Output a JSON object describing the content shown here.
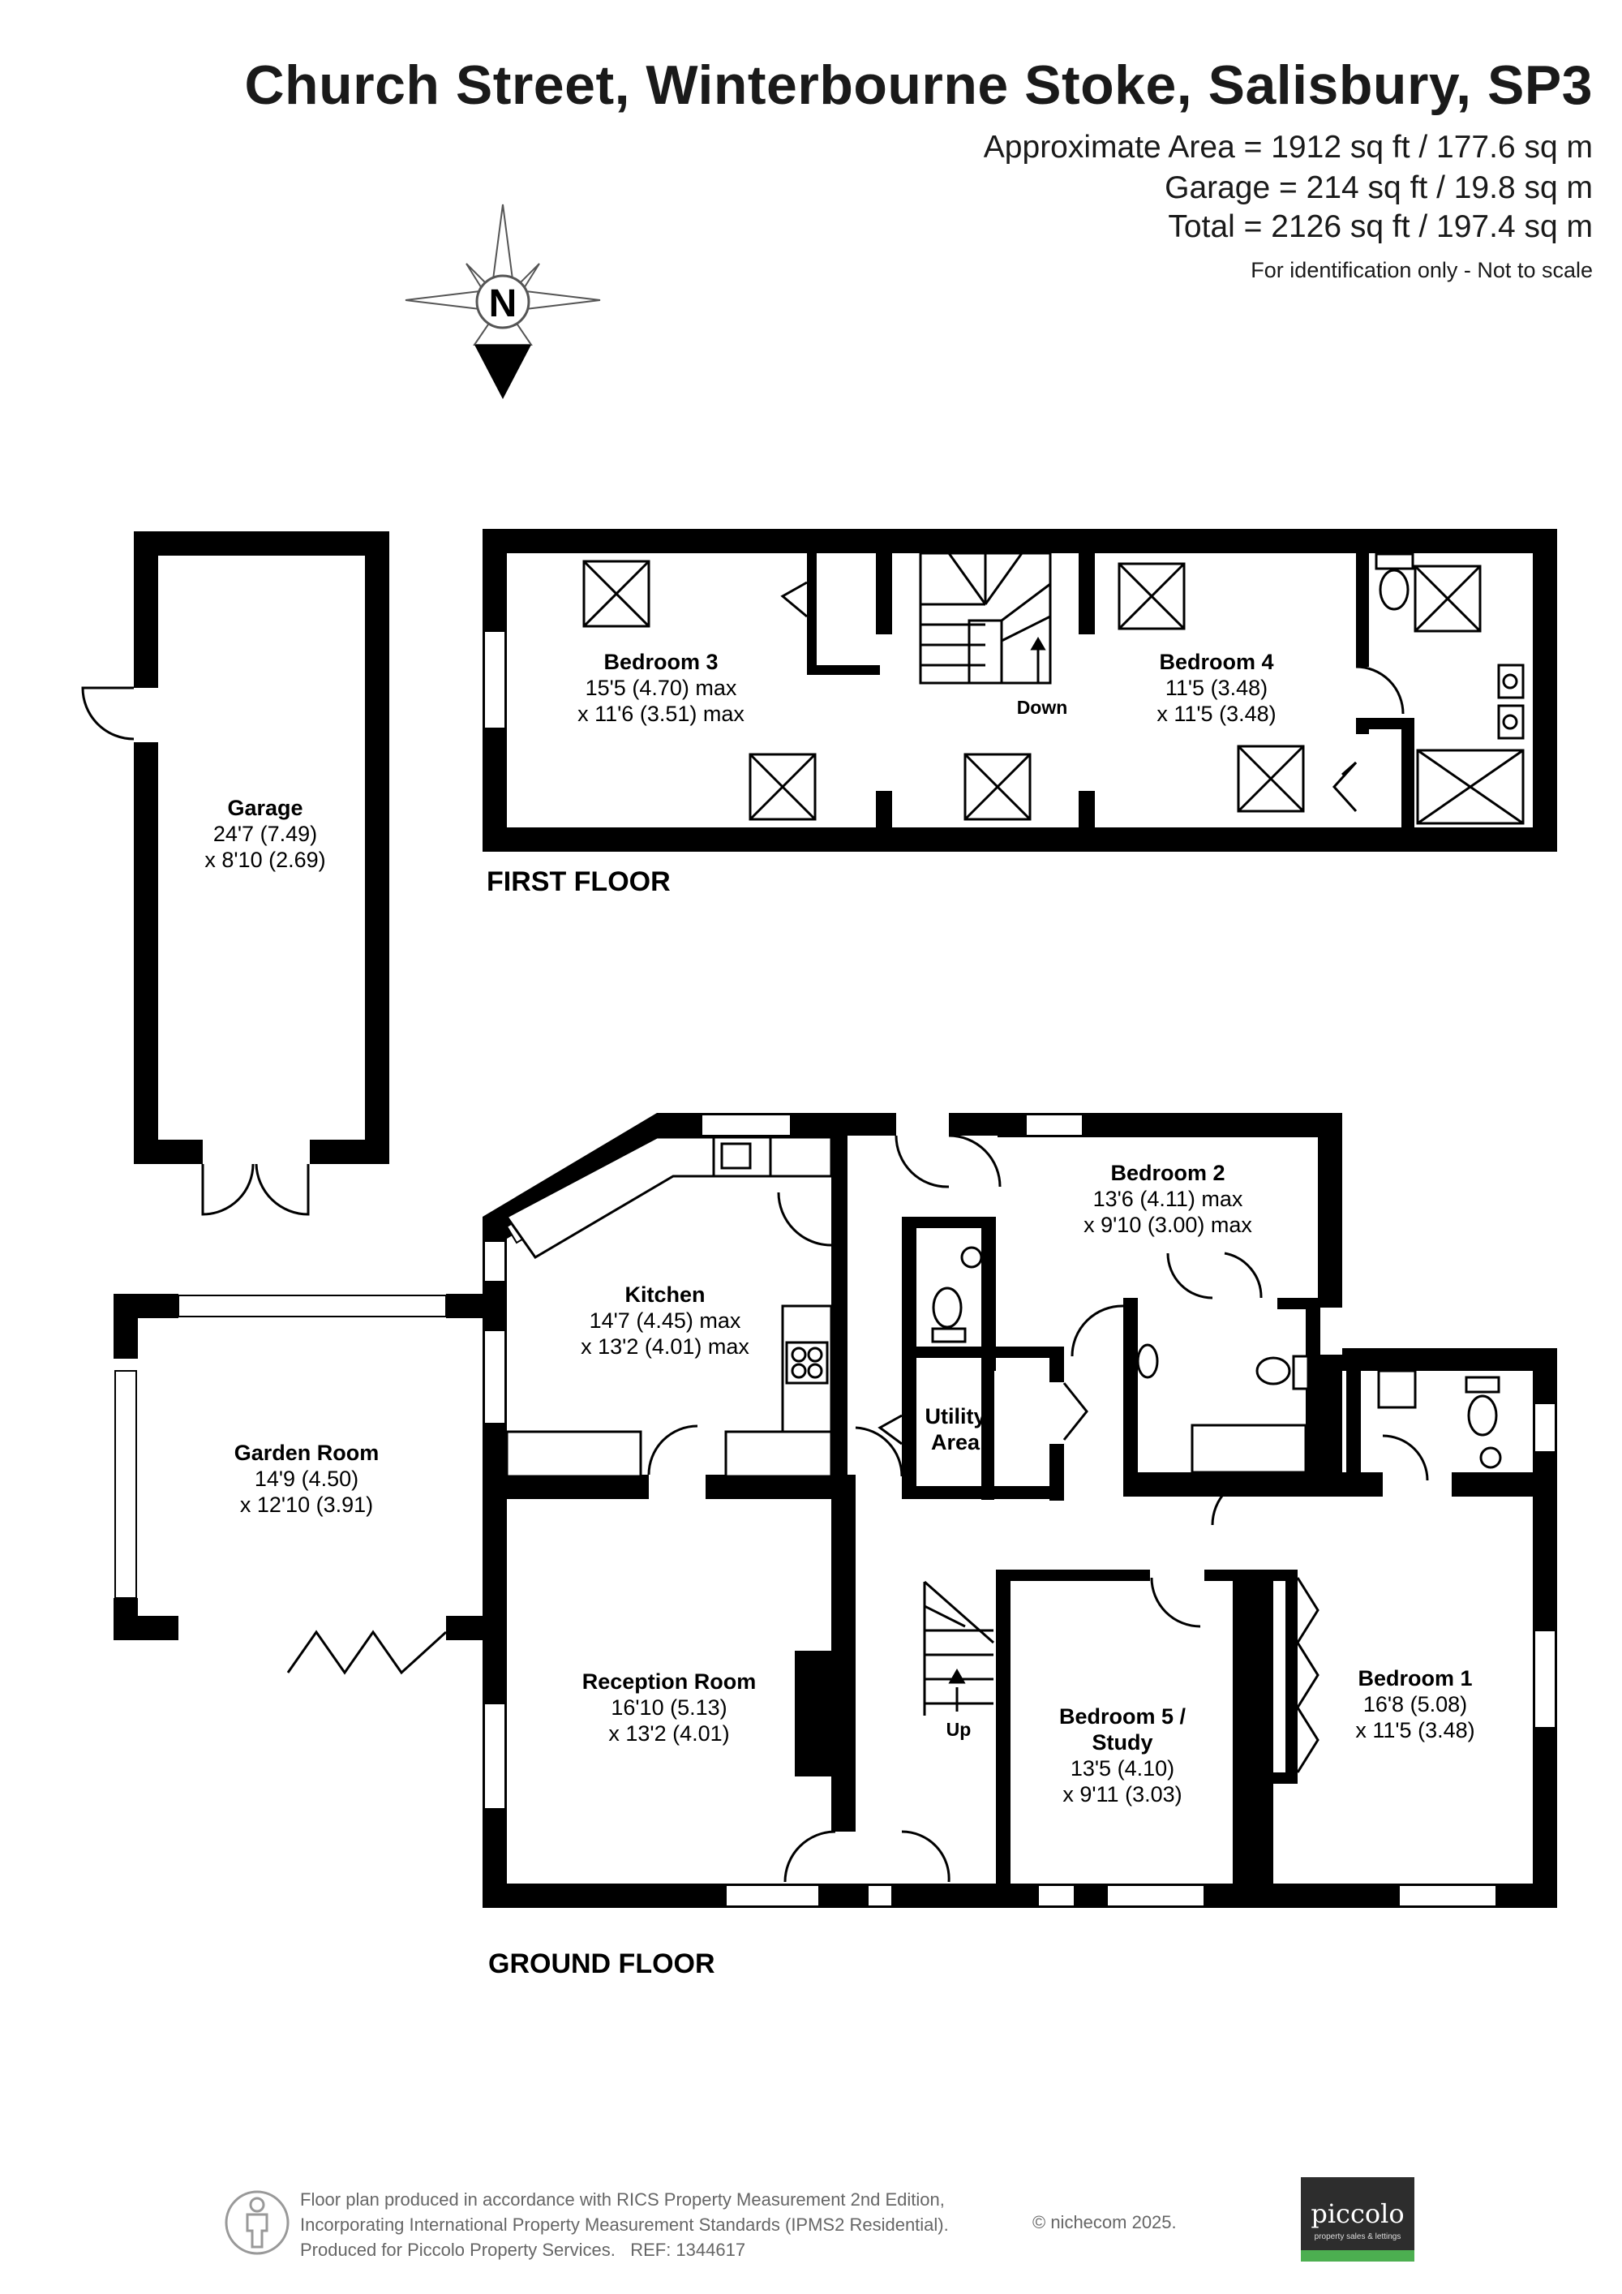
{
  "header": {
    "title": "Church Street, Winterbourne Stoke, Salisbury, SP3",
    "approx_area": "Approximate Area = 1912 sq ft / 177.6 sq m",
    "garage_area": "Garage = 214 sq ft / 19.8 sq m",
    "total_area": "Total = 2126 sq ft / 197.4 sq m",
    "disclaimer": "For identification only - Not to scale"
  },
  "compass": {
    "letter": "N"
  },
  "floors": {
    "first": "FIRST FLOOR",
    "ground": "GROUND FLOOR"
  },
  "rooms": {
    "garage": {
      "name": "Garage",
      "dim1": "24'7 (7.49)",
      "dim2": "x 8'10 (2.69)"
    },
    "bedroom3": {
      "name": "Bedroom 3",
      "dim1": "15'5 (4.70) max",
      "dim2": "x 11'6 (3.51) max"
    },
    "bedroom4": {
      "name": "Bedroom 4",
      "dim1": "11'5 (3.48)",
      "dim2": "x 11'5 (3.48)"
    },
    "kitchen": {
      "name": "Kitchen",
      "dim1": "14'7 (4.45) max",
      "dim2": "x 13'2 (4.01) max"
    },
    "bedroom2": {
      "name": "Bedroom 2",
      "dim1": "13'6 (4.11) max",
      "dim2": "x 9'10 (3.00) max"
    },
    "garden_room": {
      "name": "Garden Room",
      "dim1": "14'9 (4.50)",
      "dim2": "x 12'10 (3.91)"
    },
    "utility": {
      "name1": "Utility",
      "name2": "Area"
    },
    "reception": {
      "name": "Reception Room",
      "dim1": "16'10 (5.13)",
      "dim2": "x 13'2 (4.01)"
    },
    "bedroom5": {
      "name1": "Bedroom 5 /",
      "name2": "Study",
      "dim1": "13'5 (4.10)",
      "dim2": "x 9'11 (3.03)"
    },
    "bedroom1": {
      "name": "Bedroom 1",
      "dim1": "16'8 (5.08)",
      "dim2": "x 11'5 (3.48)"
    }
  },
  "stairs": {
    "down": "Down",
    "up": "Up"
  },
  "footer": {
    "line1": "Floor plan produced in accordance with RICS Property Measurement 2nd Edition,",
    "line2": "Incorporating International Property Measurement Standards (IPMS2 Residential).",
    "line3_prefix": "Produced for Piccolo Property Services.",
    "ref": "REF:  1344617",
    "copyright": "© nichecom 2025.",
    "logo_name": "piccolo",
    "logo_tagline": "property sales & lettings"
  }
}
